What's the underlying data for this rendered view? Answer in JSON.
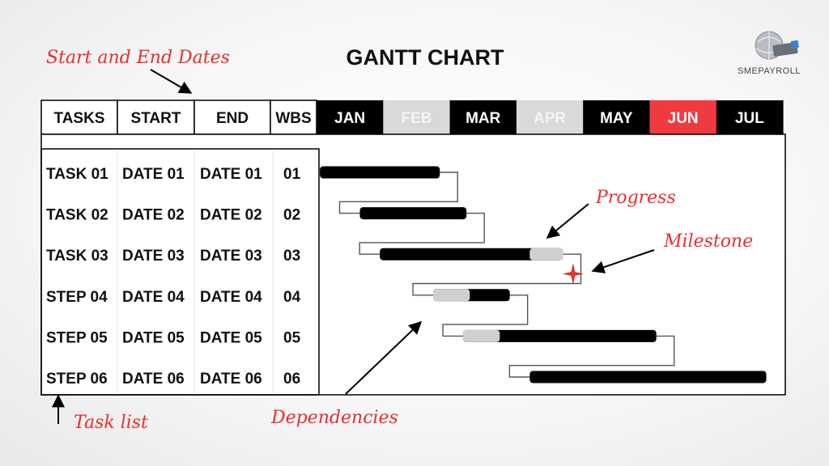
{
  "title": "GANTT CHART",
  "brand": {
    "name": "SMEPAYROLL"
  },
  "columns": [
    "TASKS",
    "START",
    "END",
    "WBS"
  ],
  "months": [
    "JAN",
    "FEB",
    "MAR",
    "APR",
    "MAY",
    "JUN",
    "JUL"
  ],
  "colors": {
    "header_black": "#000000",
    "header_grey": "#d9d9d9",
    "header_highlight": "#ef3b3f",
    "bar_done": "#000000",
    "bar_progress": "#d0d0d0",
    "annotation": "#e8302e",
    "milestone": "#e8302e"
  },
  "month_styles": [
    "black",
    "grey",
    "black",
    "grey",
    "black",
    "red",
    "black"
  ],
  "rows": [
    {
      "task": "TASK 01",
      "start": "DATE 01",
      "end": "DATE 01",
      "wbs": "01"
    },
    {
      "task": "TASK 02",
      "start": "DATE 02",
      "end": "DATE 02",
      "wbs": "02"
    },
    {
      "task": "TASK 03",
      "start": "DATE 03",
      "end": "DATE 03",
      "wbs": "03"
    },
    {
      "task": "STEP 04",
      "start": "DATE 04",
      "end": "DATE 04",
      "wbs": "04"
    },
    {
      "task": "STEP 05",
      "start": "DATE 05",
      "end": "DATE 05",
      "wbs": "05"
    },
    {
      "task": "STEP 06",
      "start": "DATE 06",
      "end": "DATE 06",
      "wbs": "06"
    }
  ],
  "bars": [
    {
      "start": 0.05,
      "end": 1.85,
      "progress_start": null,
      "progress_end": null
    },
    {
      "start": 0.65,
      "end": 2.25,
      "progress_start": null,
      "progress_end": null
    },
    {
      "start": 0.95,
      "end": 3.7,
      "progress_start": 3.2,
      "progress_end": 3.7
    },
    {
      "start": 1.75,
      "end": 2.9,
      "progress_start": 1.75,
      "progress_end": 2.3
    },
    {
      "start": 2.2,
      "end": 5.1,
      "progress_start": 2.2,
      "progress_end": 2.75
    },
    {
      "start": 3.2,
      "end": 6.75,
      "progress_start": null,
      "progress_end": null
    }
  ],
  "milestone": {
    "month_position": 3.85,
    "row": 2.5
  },
  "annotations": {
    "start_end": "Start and End Dates",
    "progress": "Progress",
    "milestone": "Milestone",
    "dependencies": "Dependencies",
    "task_list": "Task list"
  }
}
